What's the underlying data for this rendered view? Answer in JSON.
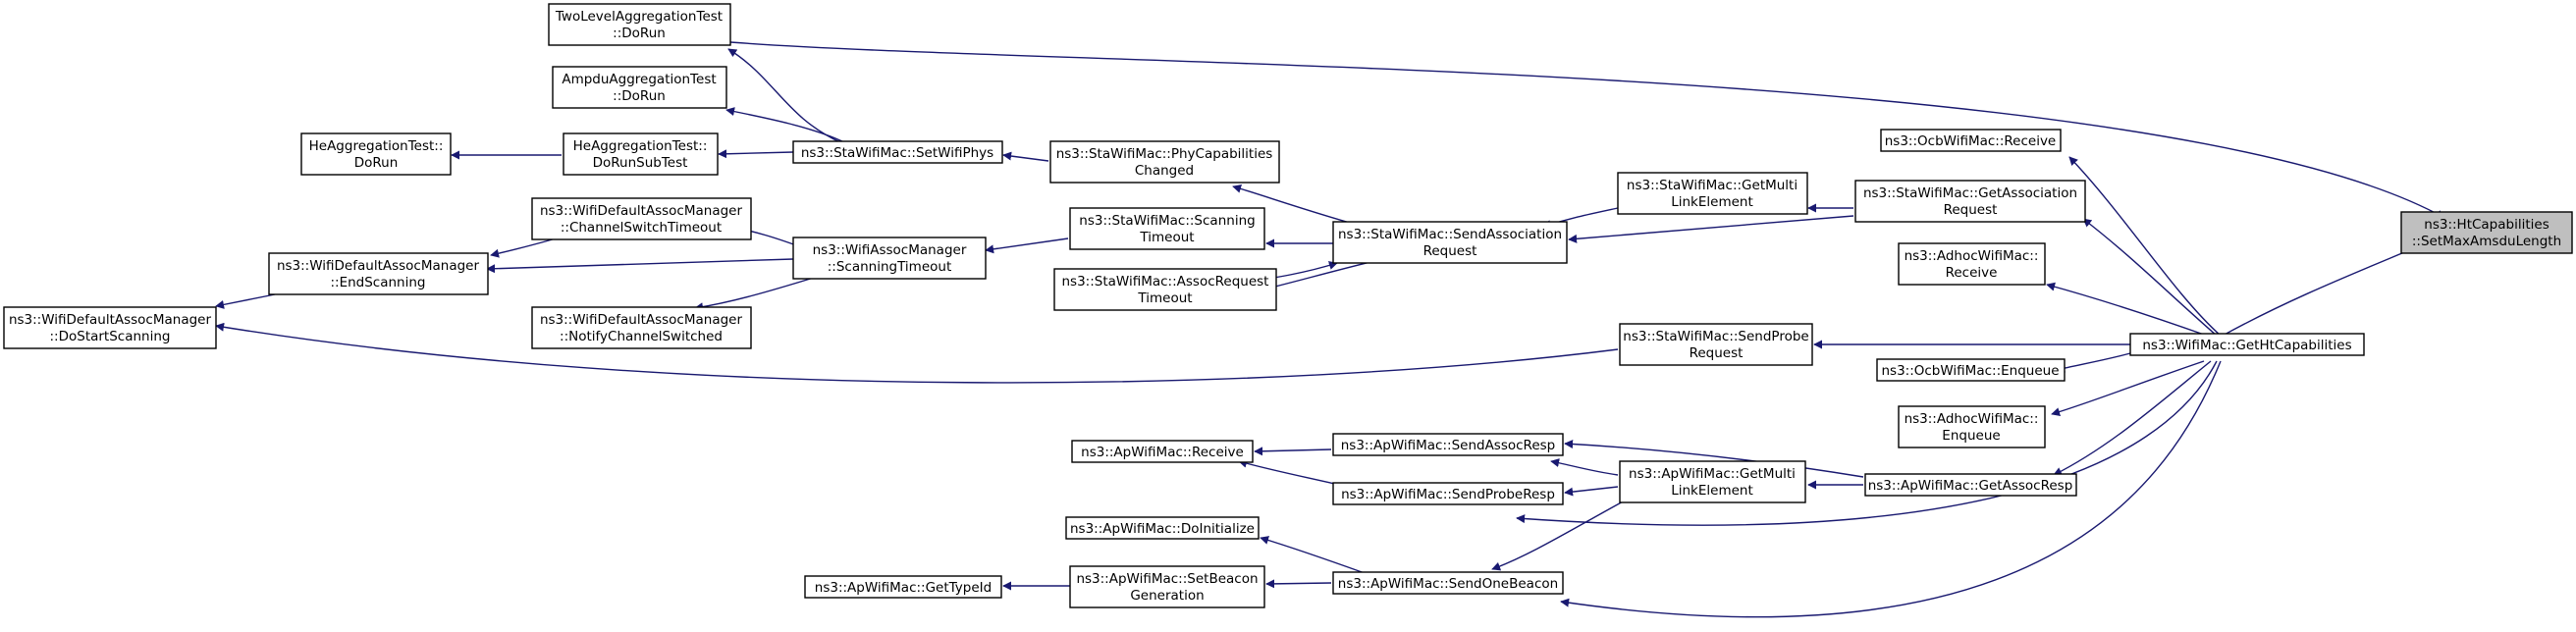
{
  "colors": {
    "edge": "#191970",
    "node_fill": "#ffffff",
    "node_stroke": "#000000",
    "highlight_fill": "#bfbfbf"
  },
  "nodes": {
    "n_twolevel": [
      "TwoLevelAggregationTest",
      "::DoRun"
    ],
    "n_ampdu": [
      "AmpduAggregationTest",
      "::DoRun"
    ],
    "n_he_dorun": [
      "HeAggregationTest::",
      "DoRun"
    ],
    "n_he_sub": [
      "HeAggregationTest::",
      "DoRunSubTest"
    ],
    "n_setwifi": [
      "ns3::StaWifiMac::SetWifiPhys"
    ],
    "n_phycap": [
      "ns3::StaWifiMac::PhyCapabilities",
      "Changed"
    ],
    "n_chsw": [
      "ns3::WifiDefaultAssocManager",
      "::ChannelSwitchTimeout"
    ],
    "n_endscan": [
      "ns3::WifiDefaultAssocManager",
      "::EndScanning"
    ],
    "n_scanto": [
      "ns3::WifiAssocManager",
      "::ScanningTimeout"
    ],
    "n_notify": [
      "ns3::WifiDefaultAssocManager",
      "::NotifyChannelSwitched"
    ],
    "n_dostart": [
      "ns3::WifiDefaultAssocManager",
      "::DoStartScanning"
    ],
    "n_sta_scan": [
      "ns3::StaWifiMac::Scanning",
      "Timeout"
    ],
    "n_sta_areq": [
      "ns3::StaWifiMac::AssocRequest",
      "Timeout"
    ],
    "n_sendassoc": [
      "ns3::StaWifiMac::SendAssociation",
      "Request"
    ],
    "n_sta_gml": [
      "ns3::StaWifiMac::GetMulti",
      "LinkElement"
    ],
    "n_sta_gar": [
      "ns3::StaWifiMac::GetAssociation",
      "Request"
    ],
    "n_ocb_recv": [
      "ns3::OcbWifiMac::Receive"
    ],
    "n_adhoc_recv": [
      "ns3::AdhocWifiMac::",
      "Receive"
    ],
    "n_sendprobe": [
      "ns3::StaWifiMac::SendProbe",
      "Request"
    ],
    "n_ocb_enq": [
      "ns3::OcbWifiMac::Enqueue"
    ],
    "n_adhoc_enq": [
      "ns3::AdhocWifiMac::",
      "Enqueue"
    ],
    "n_gethtcap": [
      "ns3::WifiMac::GetHtCapabilities"
    ],
    "n_target": [
      "ns3::HtCapabilities",
      "::SetMaxAmsduLength"
    ],
    "n_ap_recv": [
      "ns3::ApWifiMac::Receive"
    ],
    "n_ap_sar": [
      "ns3::ApWifiMac::SendAssocResp"
    ],
    "n_ap_spr": [
      "ns3::ApWifiMac::SendProbeResp"
    ],
    "n_ap_gml": [
      "ns3::ApWifiMac::GetMulti",
      "LinkElement"
    ],
    "n_ap_gar": [
      "ns3::ApWifiMac::GetAssocResp"
    ],
    "n_ap_doinit": [
      "ns3::ApWifiMac::DoInitialize"
    ],
    "n_ap_gtid": [
      "ns3::ApWifiMac::GetTypeId"
    ],
    "n_ap_sbg": [
      "ns3::ApWifiMac::SetBeacon",
      "Generation"
    ],
    "n_ap_sob": [
      "ns3::ApWifiMac::SendOneBeacon"
    ]
  }
}
